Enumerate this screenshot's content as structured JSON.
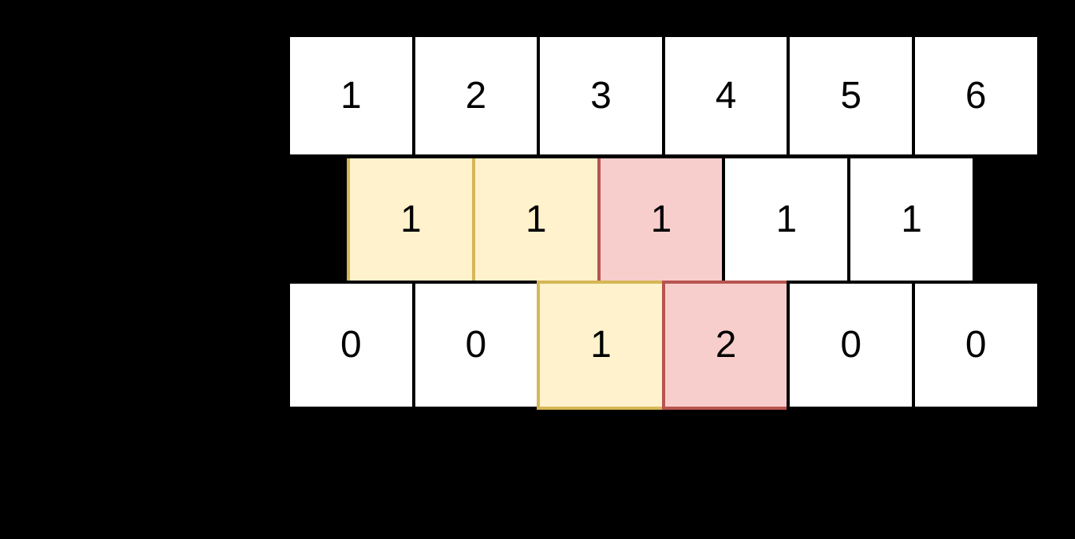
{
  "diagram": {
    "description": "Three stacked array rows on a black canvas",
    "background_color": "#000000",
    "colors": {
      "cell_fill_default": "#ffffff",
      "cell_border_default": "#000000",
      "highlight_yellow_fill": "#fff2cc",
      "highlight_yellow_border": "#d6b656",
      "highlight_red_fill": "#f8cecc",
      "highlight_red_border": "#b85450",
      "text_color": "#000000"
    },
    "rows": [
      {
        "id": "top",
        "cells": [
          {
            "value": "1",
            "style": "white"
          },
          {
            "value": "2",
            "style": "white"
          },
          {
            "value": "3",
            "style": "white"
          },
          {
            "value": "4",
            "style": "white"
          },
          {
            "value": "5",
            "style": "white"
          },
          {
            "value": "6",
            "style": "white"
          }
        ]
      },
      {
        "id": "middle",
        "cells": [
          {
            "value": "1",
            "style": "yellow"
          },
          {
            "value": "1",
            "style": "yellow"
          },
          {
            "value": "1",
            "style": "red"
          },
          {
            "value": "1",
            "style": "white"
          },
          {
            "value": "1",
            "style": "white"
          }
        ]
      },
      {
        "id": "bottom",
        "cells": [
          {
            "value": "0",
            "style": "white"
          },
          {
            "value": "0",
            "style": "white"
          },
          {
            "value": "1",
            "style": "yellow"
          },
          {
            "value": "2",
            "style": "red"
          },
          {
            "value": "0",
            "style": "white"
          },
          {
            "value": "0",
            "style": "white"
          }
        ]
      }
    ]
  }
}
